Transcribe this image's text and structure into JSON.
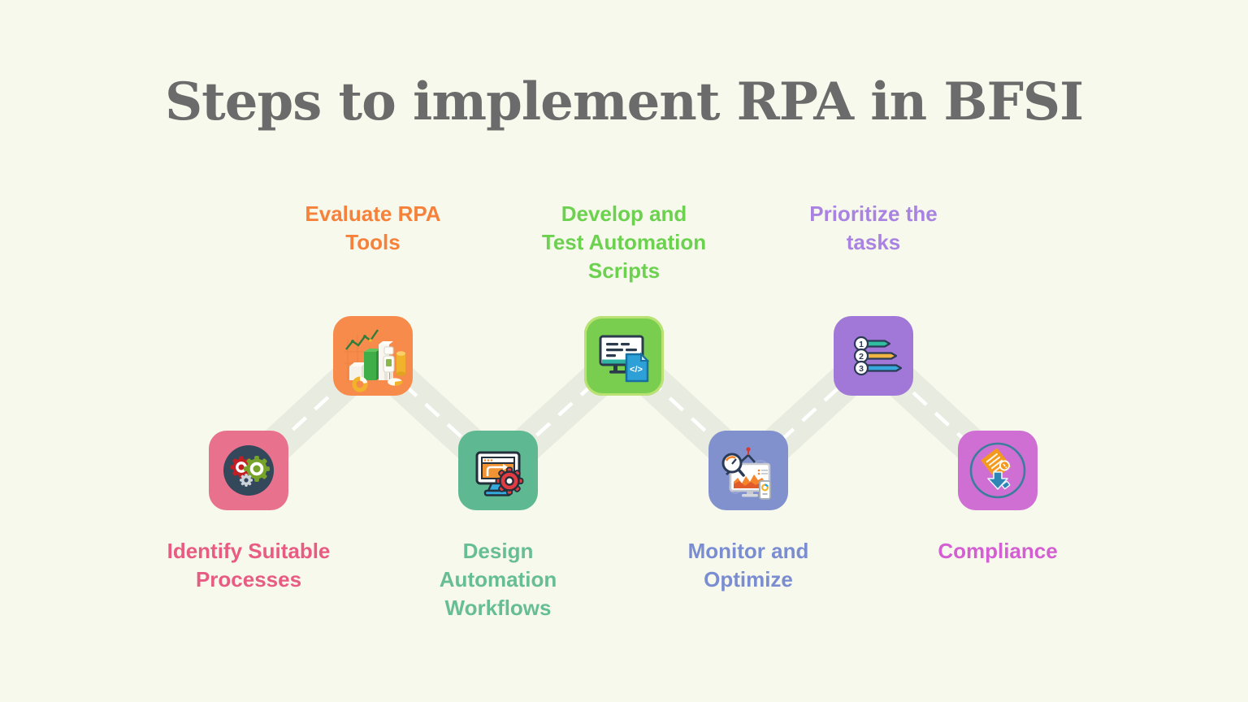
{
  "title": "Steps to implement RPA in BFSI",
  "colors": {
    "background": "#f7f9ec",
    "title": "#6b6b6b",
    "road": "#e8ebdf",
    "road_center_dash": "#ffffff",
    "step_box_colors": [
      "#e8728e",
      "#f78b4b",
      "#5eb992",
      "#79cd4f",
      "#8191cd",
      "#a178d7",
      "#cf6fd4"
    ],
    "step_label_colors": [
      "#e85c84",
      "#f5813a",
      "#66bd96",
      "#6bd14e",
      "#7b8dd1",
      "#a983e2",
      "#d35fd2"
    ]
  },
  "steps": [
    {
      "label": "Identify Suitable\nProcesses",
      "position": "bottom",
      "icon": "gears-icon"
    },
    {
      "label": "Evaluate RPA\nTools",
      "position": "top",
      "icon": "robot-chart-icon"
    },
    {
      "label": "Design\nAutomation\nWorkflows",
      "position": "bottom",
      "icon": "monitor-gear-icon"
    },
    {
      "label": "Develop and\nTest Automation\nScripts",
      "position": "top",
      "icon": "monitor-code-icon",
      "code_glyph": "</>"
    },
    {
      "label": "Monitor and\nOptimize",
      "position": "bottom",
      "icon": "analytics-monitor-icon"
    },
    {
      "label": "Prioritize the\ntasks",
      "position": "top",
      "icon": "numbered-priority-icon",
      "priority_numbers": [
        "1",
        "2",
        "3"
      ]
    },
    {
      "label": "Compliance",
      "position": "bottom",
      "icon": "compliance-document-icon"
    }
  ]
}
